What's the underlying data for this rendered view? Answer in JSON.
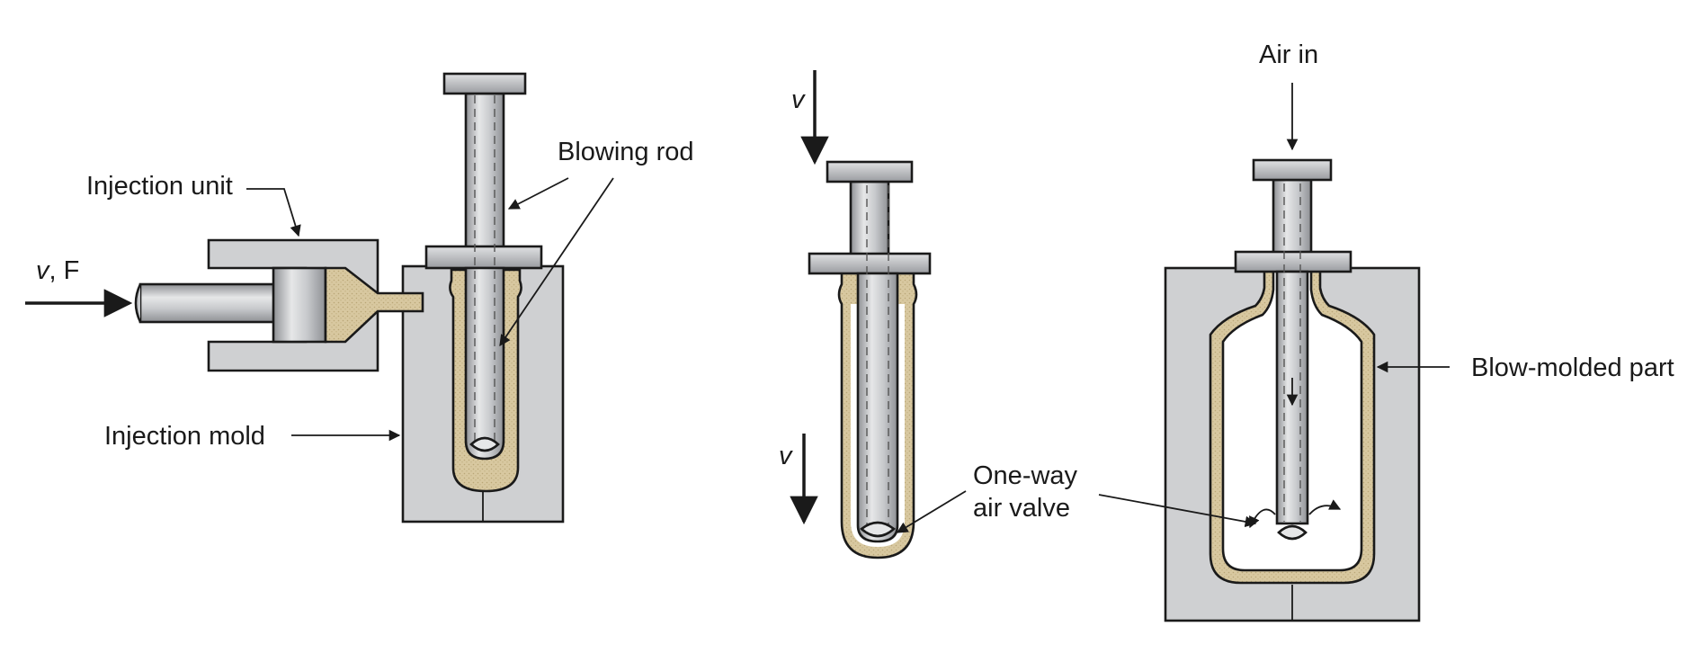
{
  "labels": {
    "injection_unit": "Injection unit",
    "blowing_rod": "Blowing rod",
    "v_f_v": "v",
    "v_f_rest": ", F",
    "injection_mold": "Injection mold",
    "v_top": "v",
    "v_bottom": "v",
    "one_way_line1": "One-way",
    "one_way_line2": "air valve",
    "air_in": "Air in",
    "blow_molded_part": "Blow-molded part"
  },
  "colors": {
    "mold_gray": "#cfd0d2",
    "rod_gray": "#b5b7ba",
    "rod_highlight": "#e6e7e8",
    "plastic_tan": "#d8c8a0",
    "plastic_dots": "#b9a777",
    "outline": "#1a1a1a"
  }
}
